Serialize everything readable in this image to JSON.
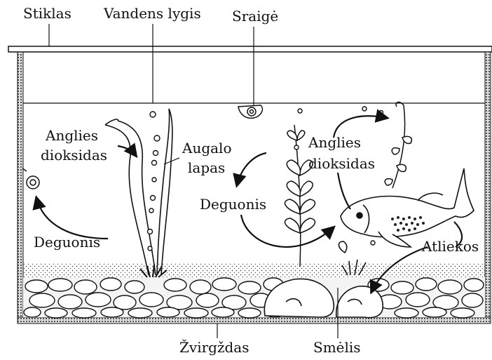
{
  "labels": {
    "glass": "Stiklas",
    "water_level": "Vandens lygis",
    "snail": "Sraigė",
    "co2_left_1": "Anglies",
    "co2_left_2": "dioksidas",
    "plant_leaf_1": "Augalo",
    "plant_leaf_2": "lapas",
    "co2_right_1": "Anglies",
    "co2_right_2": "dioksidas",
    "oxygen_right": "Deguonis",
    "oxygen_left": "Deguonis",
    "waste": "Atliekos",
    "gravel": "Žvirgždas",
    "sand": "Smėlis"
  }
}
